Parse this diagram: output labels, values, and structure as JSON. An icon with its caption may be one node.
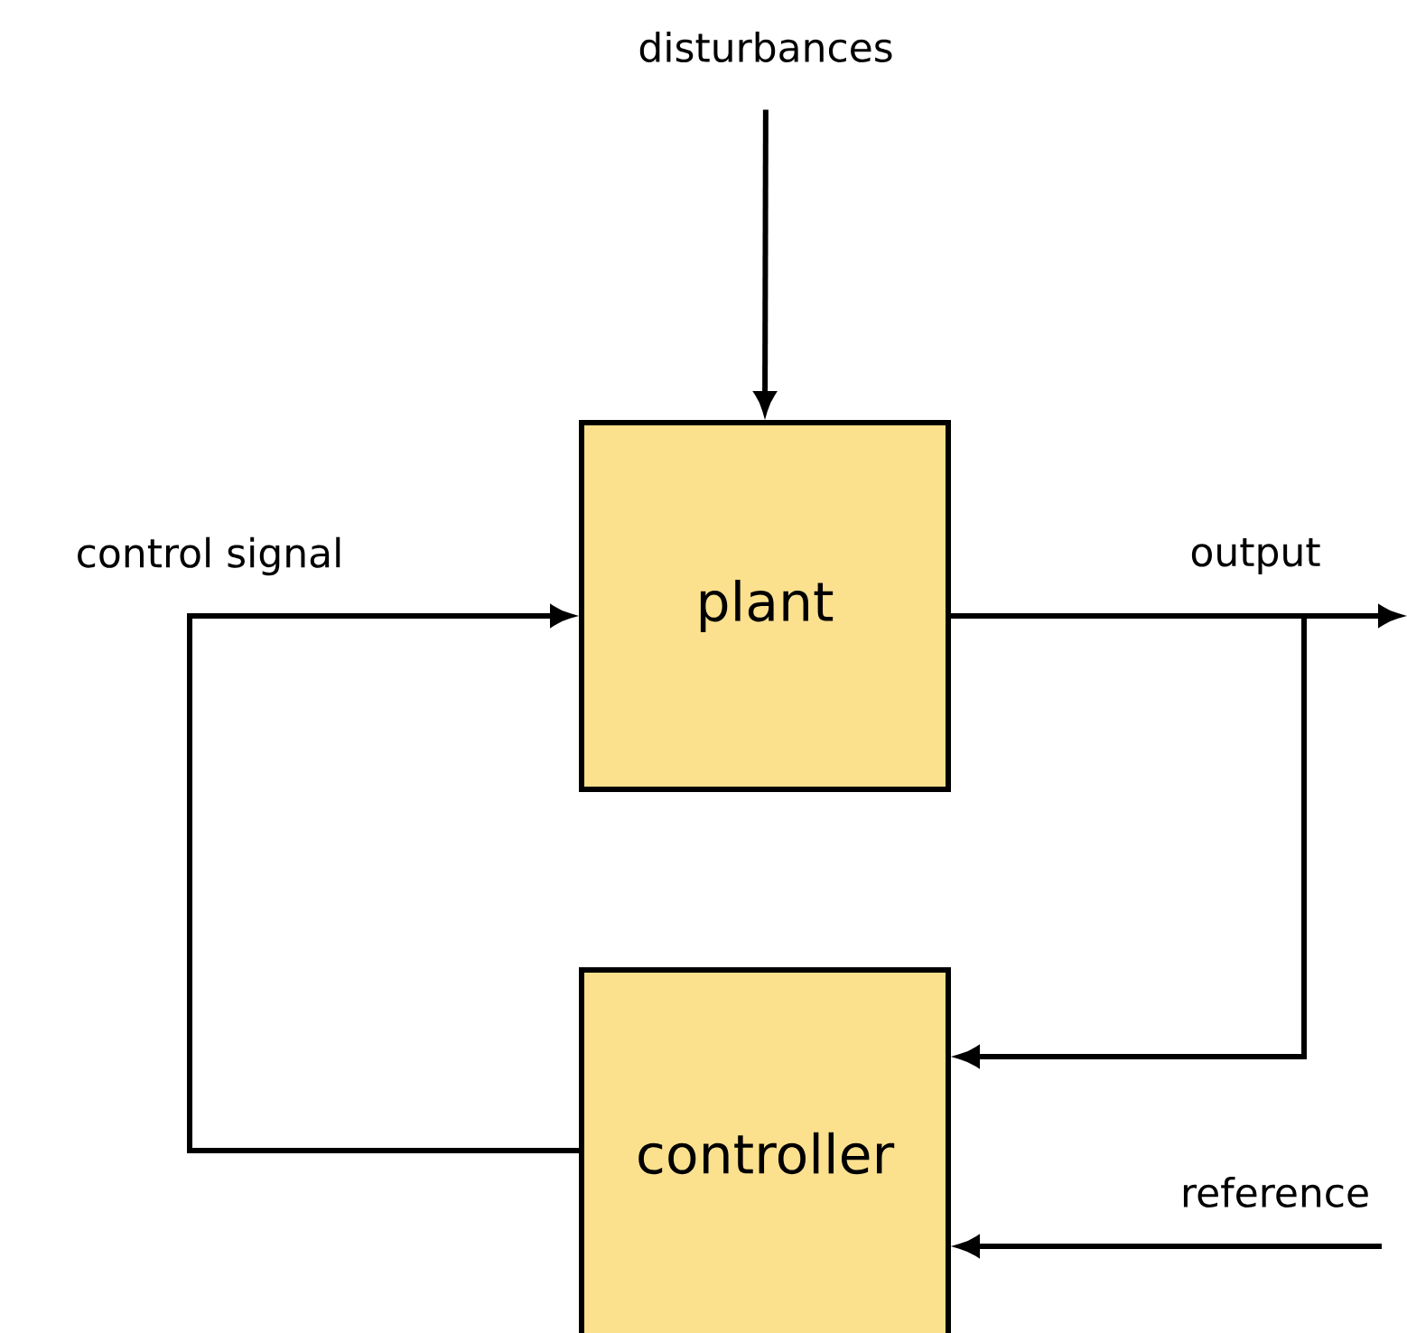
{
  "diagram": {
    "nodes": [
      {
        "text": [
          "plant"
        ]
      },
      {
        "text": [
          "controller"
        ]
      },
      {
        "text": [
          "disturbances"
        ]
      }
    ],
    "edges": [
      {
        "from": 2,
        "to": 0,
        "arrow": "to"
      },
      {
        "from": 0,
        "to": null,
        "arrow": "to",
        "label": "output"
      },
      {
        "from": 0,
        "to": 1,
        "arrow": "to"
      },
      {
        "from": 1,
        "to": 0,
        "arrow": "to",
        "label": "control signal"
      },
      {
        "from": null,
        "to": 1,
        "arrow": "to",
        "label": "reference"
      }
    ]
  }
}
